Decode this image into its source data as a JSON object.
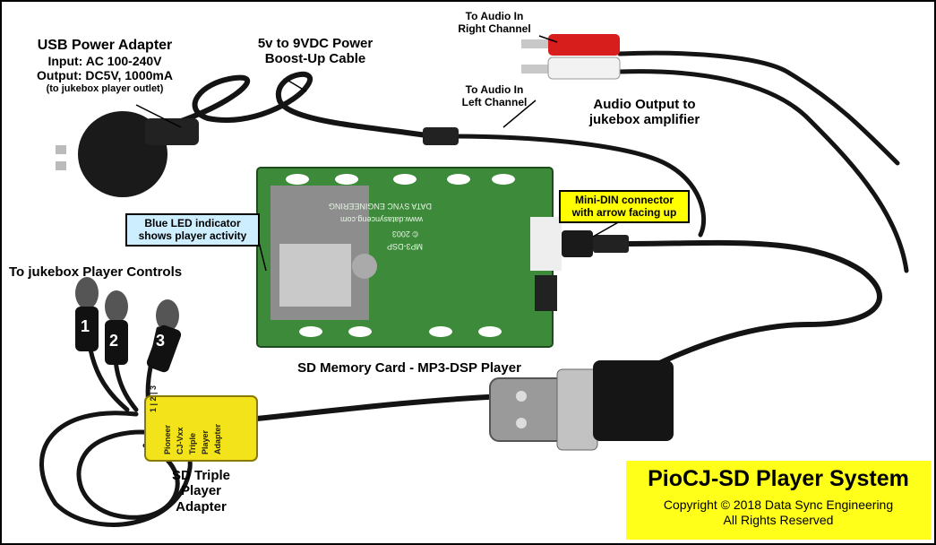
{
  "labels": {
    "usb_adapter_title": "USB Power Adapter",
    "usb_adapter_input": "Input: AC 100-240V",
    "usb_adapter_output": "Output: DC5V, 1000mA",
    "usb_adapter_note": "(to jukebox player outlet)",
    "boost_cable_line1": "5v to 9VDC Power",
    "boost_cable_line2": "Boost-Up Cable",
    "audio_right_line1": "To Audio In",
    "audio_right_line2": "Right Channel",
    "audio_left_line1": "To Audio In",
    "audio_left_line2": "Left Channel",
    "audio_output_line1": "Audio Output to",
    "audio_output_line2": "jukebox amplifier",
    "player_controls": "To jukebox Player Controls",
    "sd_player": "SD Memory Card - MP3-DSP Player",
    "triple_adapter_line1": "SD Triple",
    "triple_adapter_line2": "Player",
    "triple_adapter_line3": "Adapter"
  },
  "callouts": {
    "blue_led_line1": "Blue LED indicator",
    "blue_led_line2": "shows player activity",
    "mini_din_line1": "Mini-DIN connector",
    "mini_din_line2": "with arrow facing up"
  },
  "cable_numbers": [
    "1",
    "2",
    "3"
  ],
  "banner": {
    "title": "PioCJ-SD Player System",
    "copyright": "Copyright © 2018 Data Sync Engineering",
    "rights": "All Rights Reserved"
  },
  "board_text": {
    "company": "DATA SYNC ENGINEERING",
    "website": "www.datasynceng.com",
    "year": "© 2003",
    "model": "MP3-DSP"
  },
  "adapter_box_text": [
    "1 | 2 | 3",
    "Pioneer",
    "CJ-Vxx",
    "Triple",
    "Player",
    "Adapter"
  ],
  "colors": {
    "callout_blue": "#cdeefe",
    "callout_yellow": "#ffff00",
    "banner_yellow": "#ffff1a",
    "pcb_green": "#3d8a3a",
    "adapter_yellow": "#f2e31a",
    "rca_red": "#d81d1d"
  }
}
